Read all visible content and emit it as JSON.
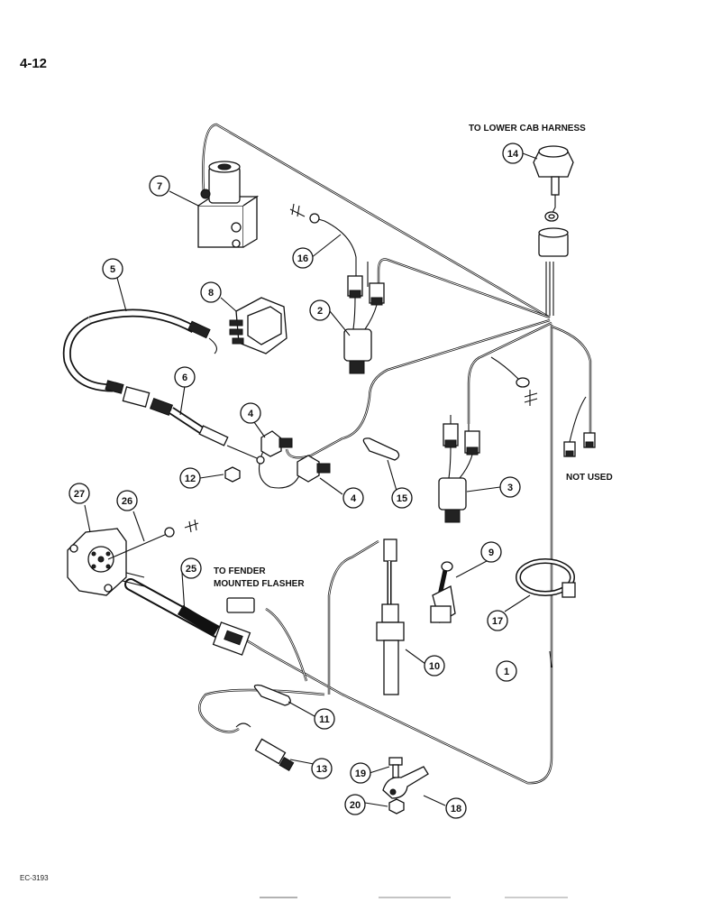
{
  "page": {
    "number": "4-12",
    "figure_code": "EC-3193"
  },
  "labels": {
    "lower_cab": "TO LOWER CAB HARNESS",
    "not_used": "NOT USED",
    "fender_line1": "TO FENDER",
    "fender_line2": "MOUNTED FLASHER"
  },
  "callouts": [
    "1",
    "2",
    "3",
    "4",
    "4",
    "5",
    "6",
    "7",
    "8",
    "9",
    "10",
    "11",
    "12",
    "13",
    "14",
    "15",
    "16",
    "17",
    "18",
    "19",
    "20",
    "25",
    "26",
    "27"
  ]
}
